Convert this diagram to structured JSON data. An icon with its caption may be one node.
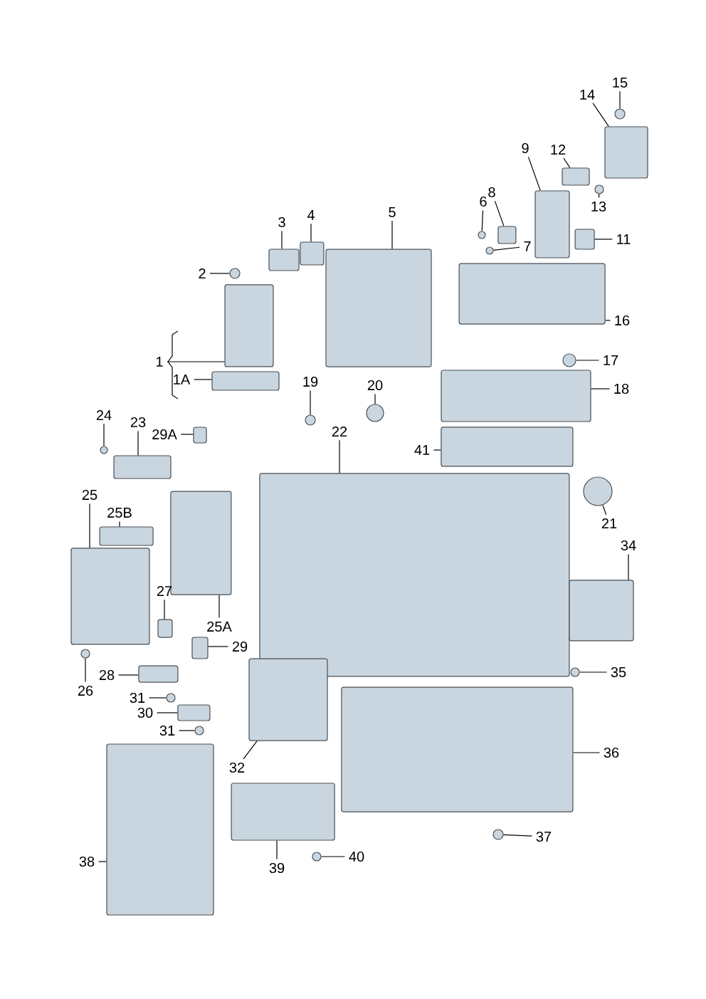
{
  "diagram": {
    "nodes": [
      {
        "text": [
          "1"
        ]
      },
      {
        "text": [
          "1A"
        ]
      },
      {
        "text": [
          "2"
        ]
      },
      {
        "text": [
          "3"
        ]
      },
      {
        "text": [
          "4"
        ]
      },
      {
        "text": [
          "5"
        ]
      },
      {
        "text": [
          "6"
        ]
      },
      {
        "text": [
          "7"
        ]
      },
      {
        "text": [
          "8"
        ]
      },
      {
        "text": [
          "9"
        ]
      },
      {
        "text": [
          "11"
        ]
      },
      {
        "text": [
          "12"
        ]
      },
      {
        "text": [
          "13"
        ]
      },
      {
        "text": [
          "14"
        ]
      },
      {
        "text": [
          "15"
        ]
      },
      {
        "text": [
          "16"
        ]
      },
      {
        "text": [
          "17"
        ]
      },
      {
        "text": [
          "18"
        ]
      },
      {
        "text": [
          "19"
        ]
      },
      {
        "text": [
          "20"
        ]
      },
      {
        "text": [
          "21"
        ]
      },
      {
        "text": [
          "22"
        ]
      },
      {
        "text": [
          "23"
        ]
      },
      {
        "text": [
          "24"
        ]
      },
      {
        "text": [
          "25"
        ]
      },
      {
        "text": [
          "25A"
        ]
      },
      {
        "text": [
          "25B"
        ]
      },
      {
        "text": [
          "26"
        ]
      },
      {
        "text": [
          "27"
        ]
      },
      {
        "text": [
          "28"
        ]
      },
      {
        "text": [
          "29"
        ]
      },
      {
        "text": [
          "29A"
        ]
      },
      {
        "text": [
          "30"
        ]
      },
      {
        "text": [
          "31"
        ]
      },
      {
        "text": [
          "31"
        ]
      },
      {
        "text": [
          "32"
        ]
      },
      {
        "text": [
          "34"
        ]
      },
      {
        "text": [
          "35"
        ]
      },
      {
        "text": [
          "36"
        ]
      },
      {
        "text": [
          "37"
        ]
      },
      {
        "text": [
          "38"
        ]
      },
      {
        "text": [
          "39"
        ]
      },
      {
        "text": [
          "40"
        ]
      },
      {
        "text": [
          "41"
        ]
      },
      {
        "text": [],
        "shape": "box"
      },
      {
        "text": [],
        "shape": "box"
      },
      {
        "text": [],
        "shape": "circle"
      },
      {
        "text": [],
        "shape": "box"
      },
      {
        "text": [],
        "shape": "box"
      },
      {
        "text": [],
        "shape": "box"
      },
      {
        "text": [],
        "shape": "circle"
      },
      {
        "text": [],
        "shape": "circle"
      },
      {
        "text": [],
        "shape": "box"
      },
      {
        "text": [],
        "shape": "box"
      },
      {
        "text": [],
        "shape": "box"
      },
      {
        "text": [],
        "shape": "box"
      },
      {
        "text": [],
        "shape": "circle"
      },
      {
        "text": [],
        "shape": "box"
      },
      {
        "text": [],
        "shape": "circle"
      },
      {
        "text": [],
        "shape": "box"
      },
      {
        "text": [],
        "shape": "circle"
      },
      {
        "text": [],
        "shape": "box"
      },
      {
        "text": [],
        "shape": "circle"
      },
      {
        "text": [],
        "shape": "circle"
      },
      {
        "text": [],
        "shape": "circle"
      },
      {
        "text": [],
        "shape": "box"
      },
      {
        "text": [],
        "shape": "box"
      },
      {
        "text": [],
        "shape": "circle"
      },
      {
        "text": [],
        "shape": "box"
      },
      {
        "text": [],
        "shape": "box"
      },
      {
        "text": [],
        "shape": "box"
      },
      {
        "text": [],
        "shape": "circle"
      },
      {
        "text": [],
        "shape": "box"
      },
      {
        "text": [],
        "shape": "box"
      },
      {
        "text": [],
        "shape": "box"
      },
      {
        "text": [],
        "shape": "box"
      },
      {
        "text": [],
        "shape": "box"
      },
      {
        "text": [],
        "shape": "circle"
      },
      {
        "text": [],
        "shape": "circle"
      },
      {
        "text": [],
        "shape": "box"
      },
      {
        "text": [],
        "shape": "box"
      },
      {
        "text": [],
        "shape": "circle"
      },
      {
        "text": [],
        "shape": "box"
      },
      {
        "text": [],
        "shape": "circle"
      },
      {
        "text": [],
        "shape": "box"
      },
      {
        "text": [],
        "shape": "box"
      },
      {
        "text": [],
        "shape": "circle"
      },
      {
        "text": [],
        "shape": "box"
      }
    ],
    "edges": [
      {
        "from": 0,
        "to": 44,
        "arrow": "none"
      },
      {
        "from": 1,
        "to": 45,
        "arrow": "none"
      },
      {
        "from": 2,
        "to": 46,
        "arrow": "none"
      },
      {
        "from": 3,
        "to": 47,
        "arrow": "none"
      },
      {
        "from": 4,
        "to": 48,
        "arrow": "none"
      },
      {
        "from": 5,
        "to": 49,
        "arrow": "none"
      },
      {
        "from": 6,
        "to": 50,
        "arrow": "none"
      },
      {
        "from": 7,
        "to": 51,
        "arrow": "none"
      },
      {
        "from": 8,
        "to": 52,
        "arrow": "none"
      },
      {
        "from": 9,
        "to": 53,
        "arrow": "none"
      },
      {
        "from": 10,
        "to": 54,
        "arrow": "none"
      },
      {
        "from": 11,
        "to": 55,
        "arrow": "none"
      },
      {
        "from": 12,
        "to": 56,
        "arrow": "none"
      },
      {
        "from": 13,
        "to": 57,
        "arrow": "none"
      },
      {
        "from": 14,
        "to": 58,
        "arrow": "none"
      },
      {
        "from": 15,
        "to": 59,
        "arrow": "none"
      },
      {
        "from": 16,
        "to": 60,
        "arrow": "none"
      },
      {
        "from": 17,
        "to": 61,
        "arrow": "none"
      },
      {
        "from": 18,
        "to": 62,
        "arrow": "none"
      },
      {
        "from": 19,
        "to": 63,
        "arrow": "none"
      },
      {
        "from": 20,
        "to": 64,
        "arrow": "none"
      },
      {
        "from": 21,
        "to": 65,
        "arrow": "none"
      },
      {
        "from": 22,
        "to": 66,
        "arrow": "none"
      },
      {
        "from": 23,
        "to": 67,
        "arrow": "none"
      },
      {
        "from": 24,
        "to": 68,
        "arrow": "none"
      },
      {
        "from": 25,
        "to": 69,
        "arrow": "none"
      },
      {
        "from": 26,
        "to": 70,
        "arrow": "none"
      },
      {
        "from": 27,
        "to": 71,
        "arrow": "none"
      },
      {
        "from": 28,
        "to": 72,
        "arrow": "none"
      },
      {
        "from": 29,
        "to": 73,
        "arrow": "none"
      },
      {
        "from": 30,
        "to": 74,
        "arrow": "none"
      },
      {
        "from": 31,
        "to": 75,
        "arrow": "none"
      },
      {
        "from": 32,
        "to": 76,
        "arrow": "none"
      },
      {
        "from": 33,
        "to": 77,
        "arrow": "none"
      },
      {
        "from": 34,
        "to": 78,
        "arrow": "none"
      },
      {
        "from": 35,
        "to": 79,
        "arrow": "none"
      },
      {
        "from": 36,
        "to": 80,
        "arrow": "none"
      },
      {
        "from": 37,
        "to": 81,
        "arrow": "none"
      },
      {
        "from": 38,
        "to": 82,
        "arrow": "none"
      },
      {
        "from": 39,
        "to": 83,
        "arrow": "none"
      },
      {
        "from": 40,
        "to": 84,
        "arrow": "none"
      },
      {
        "from": 41,
        "to": 85,
        "arrow": "none"
      },
      {
        "from": 42,
        "to": 86,
        "arrow": "none"
      },
      {
        "from": 43,
        "to": 87,
        "arrow": "none"
      }
    ]
  }
}
